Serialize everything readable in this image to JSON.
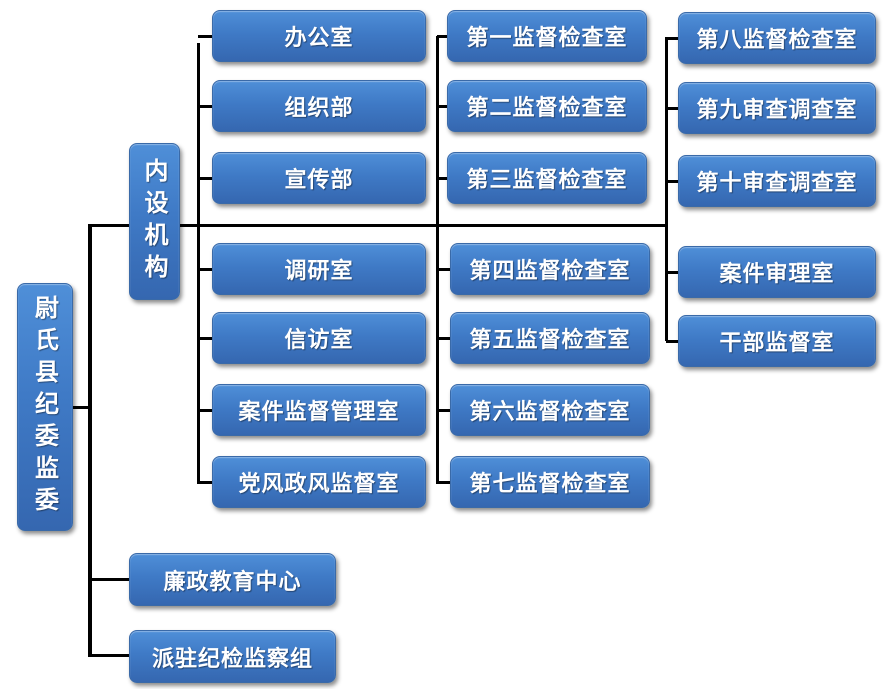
{
  "root": "尉氏县纪委监委",
  "inner": "内设机构",
  "col1": [
    "办公室",
    "组织部",
    "宣传部",
    "调研室",
    "信访室",
    "案件监督管理室",
    "党风政风监督室"
  ],
  "col2": [
    "第一监督检查室",
    "第二监督检查室",
    "第三监督检查室",
    "第四监督检查室",
    "第五监督检查室",
    "第六监督检查室",
    "第七监督检查室"
  ],
  "col3": [
    "第八监督检查室",
    "第九审查调查室",
    "第十审查调查室",
    "案件审理室",
    "干部监督室"
  ],
  "others": [
    "廉政教育中心",
    "派驻纪检监察组"
  ]
}
